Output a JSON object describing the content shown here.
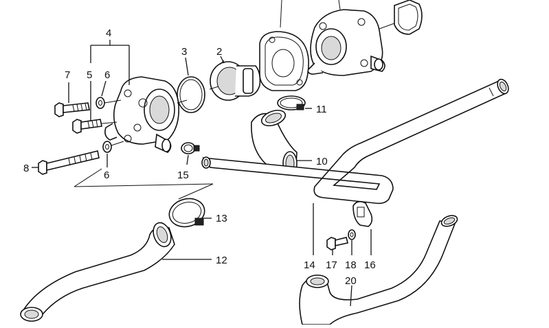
{
  "callouts": [
    {
      "id": "4",
      "label": "4"
    },
    {
      "id": "7",
      "label": "7"
    },
    {
      "id": "5",
      "label": "5"
    },
    {
      "id": "6a",
      "label": "6"
    },
    {
      "id": "3",
      "label": "3"
    },
    {
      "id": "2",
      "label": "2"
    },
    {
      "id": "11",
      "label": "11"
    },
    {
      "id": "10",
      "label": "10"
    },
    {
      "id": "8",
      "label": "8"
    },
    {
      "id": "6b",
      "label": "6"
    },
    {
      "id": "15",
      "label": "15"
    },
    {
      "id": "13",
      "label": "13"
    },
    {
      "id": "12",
      "label": "12"
    },
    {
      "id": "14",
      "label": "14"
    },
    {
      "id": "17",
      "label": "17"
    },
    {
      "id": "18",
      "label": "18"
    },
    {
      "id": "16",
      "label": "16"
    },
    {
      "id": "20",
      "label": "20"
    }
  ]
}
